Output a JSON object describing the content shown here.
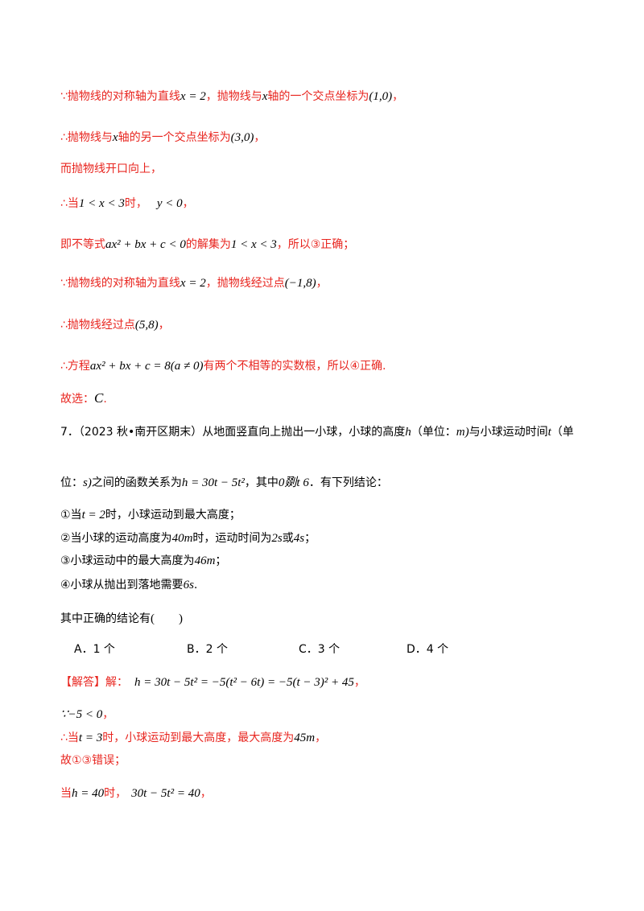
{
  "solution_part1": {
    "l1": {
      "a": "∵抛物线的对称轴为直线",
      "m1": "x = 2",
      "b": "，抛物线与",
      "m2": "x",
      "c": "轴的一个交点坐标为",
      "m3": "(1,0)",
      "d": "，"
    },
    "l2": {
      "a": "∴抛物线与",
      "m1": "x",
      "b": "轴的另一个交点坐标为",
      "m2": "(3,0)",
      "c": "，"
    },
    "l3": {
      "a": "而抛物线开口向上，"
    },
    "l4": {
      "a": "∴当",
      "m1": "1 < x < 3",
      "b": "时，",
      "m2": "y < 0",
      "c": "，"
    },
    "l5": {
      "a": "即不等式",
      "m1": "ax² + bx + c < 0",
      "b": "的解集为",
      "m2": "1 < x < 3",
      "c": "，所以③正确；"
    },
    "l6": {
      "a": "∵抛物线的对称轴为直线",
      "m1": "x = 2",
      "b": "，抛物线经过点",
      "m2": "(−1,8)",
      "c": "，"
    },
    "l7": {
      "a": "∴抛物线经过点",
      "m1": "(5,8)",
      "b": "，"
    },
    "l8": {
      "a": "∴方程",
      "m1": "ax² + bx + c = 8(a ≠ 0)",
      "b": "有两个不相等的实数根，所以④正确."
    },
    "l9": {
      "a": "故选：",
      "m1": "C",
      "b": "."
    }
  },
  "question7": {
    "line1": {
      "a": "7．（2023 秋•南开区期末）从地面竖直向上抛出一小球，小球的高度",
      "m1": "h",
      "b": "（单位：",
      "m2": "m)",
      "c": "与小球运动时间",
      "m3": "t",
      "d": "（单"
    },
    "line2": {
      "a": "位：",
      "m1": "s)",
      "b": "之间的函数关系为",
      "m2": "h = 30t − 5t²",
      "c": "，其中",
      "m3": "0剟t 6",
      "d": "．有下列结论："
    },
    "s1": {
      "a": "①当",
      "m1": "t = 2",
      "b": "时，小球运动到最大高度；"
    },
    "s2": {
      "a": "②当小球的运动高度为",
      "m1": "40m",
      "b": "时，运动时间为",
      "m2": "2s",
      "c": "或",
      "m3": "4s",
      "d": "；"
    },
    "s3": {
      "a": "③小球运动中的最大高度为",
      "m1": "46m",
      "b": "；"
    },
    "s4": {
      "a": "④小球从抛出到落地需要",
      "m1": "6s",
      "b": "."
    },
    "ask": {
      "a": "其中正确的结论有",
      "m1": "(　　)"
    },
    "choices": [
      "A．1 个",
      "B．2 个",
      "C．3 个",
      "D．4 个"
    ]
  },
  "answer7": {
    "l1": {
      "a": "【解答】",
      "b": "解：",
      "m1": "h = 30t − 5t² = −5(t² − 6t) = −5(t − 3)² + 45",
      "c": "，"
    },
    "l2": {
      "m1": "∵−5 < 0",
      "c": "，"
    },
    "l3": {
      "a": "∴当",
      "m1": "t = 3",
      "b": "时，小球运动到最大高度，最大高度为",
      "m2": "45m",
      "c": "，"
    },
    "l4": {
      "a": "故①③错误；"
    },
    "l5": {
      "a": "当",
      "m1": "h = 40",
      "b": "时，",
      "m2": "30t − 5t² = 40",
      "c": "，"
    }
  }
}
